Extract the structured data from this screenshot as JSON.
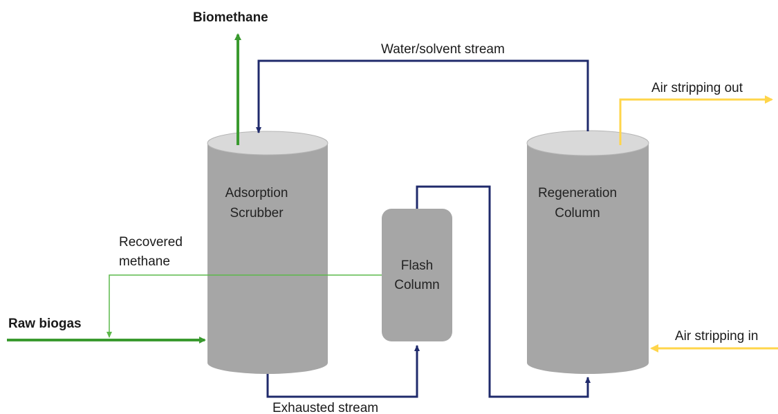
{
  "labels": {
    "biomethane": "Biomethane",
    "water_solvent_stream": "Water/solvent stream",
    "air_stripping_out": "Air stripping out",
    "air_stripping_in": "Air stripping in",
    "recovered_methane_line1": "Recovered",
    "recovered_methane_line2": "methane",
    "raw_biogas": "Raw biogas",
    "exhausted_stream": "Exhausted stream"
  },
  "vessels": {
    "adsorption": {
      "line1": "Adsorption",
      "line2": "Scrubber"
    },
    "flash": {
      "line1": "Flash",
      "line2": "Column"
    },
    "regeneration": {
      "line1": "Regeneration",
      "line2": "Column"
    }
  },
  "colors": {
    "vessel_body": "#a6a6a6",
    "vessel_top": "#d9d9d9",
    "water_line": "#1f2a6b",
    "gas_line": "#3a9a2f",
    "air_line": "#ffd54a"
  }
}
